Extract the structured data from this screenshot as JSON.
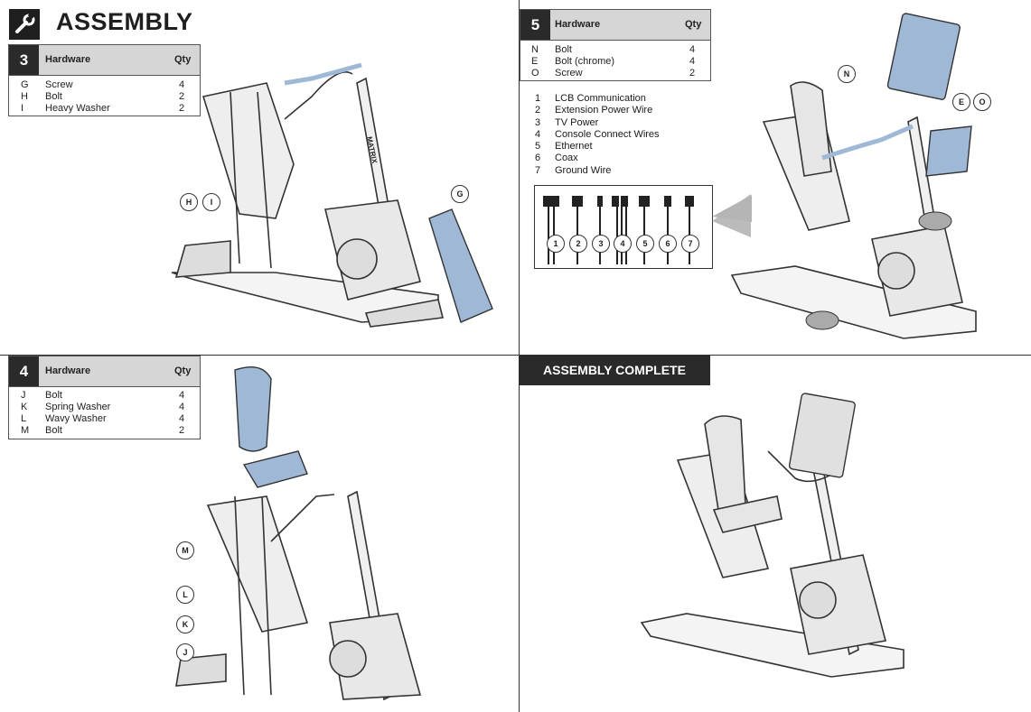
{
  "header": {
    "title": "ASSEMBLY",
    "icon": "wrench-icon"
  },
  "step3": {
    "number": "3",
    "hardware_label": "Hardware",
    "qty_label": "Qty",
    "items": [
      {
        "code": "G",
        "name": "Screw",
        "qty": "4"
      },
      {
        "code": "H",
        "name": "Bolt",
        "qty": "2"
      },
      {
        "code": "I",
        "name": "Heavy Washer",
        "qty": "2"
      }
    ],
    "callouts": [
      "H",
      "I",
      "G"
    ]
  },
  "step4": {
    "number": "4",
    "hardware_label": "Hardware",
    "qty_label": "Qty",
    "items": [
      {
        "code": "J",
        "name": "Bolt",
        "qty": "4"
      },
      {
        "code": "K",
        "name": "Spring Washer",
        "qty": "4"
      },
      {
        "code": "L",
        "name": "Wavy Washer",
        "qty": "4"
      },
      {
        "code": "M",
        "name": "Bolt",
        "qty": "2"
      }
    ],
    "callouts": [
      "M",
      "L",
      "K",
      "J"
    ]
  },
  "step5": {
    "number": "5",
    "hardware_label": "Hardware",
    "qty_label": "Qty",
    "items": [
      {
        "code": "N",
        "name": "Bolt",
        "qty": "4"
      },
      {
        "code": "E",
        "name": "Bolt (chrome)",
        "qty": "4"
      },
      {
        "code": "O",
        "name": "Screw",
        "qty": "2"
      }
    ],
    "wires": [
      {
        "n": "1",
        "label": "LCB Communication"
      },
      {
        "n": "2",
        "label": "Extension Power Wire"
      },
      {
        "n": "3",
        "label": "TV Power"
      },
      {
        "n": "4",
        "label": "Console Connect Wires"
      },
      {
        "n": "5",
        "label": "Ethernet"
      },
      {
        "n": "6",
        "label": "Coax"
      },
      {
        "n": "7",
        "label": "Ground Wire"
      }
    ],
    "connector_numbers": [
      "1",
      "2",
      "3",
      "4",
      "5",
      "6",
      "7"
    ],
    "callouts": [
      "N",
      "E",
      "O"
    ]
  },
  "complete": {
    "label": "ASSEMBLY COMPLETE"
  },
  "brand": "MATRIX",
  "colors": {
    "dark": "#2a2a2a",
    "header_gray": "#d6d6d6",
    "part_blue": "#9fb8d6",
    "line": "#333333"
  }
}
